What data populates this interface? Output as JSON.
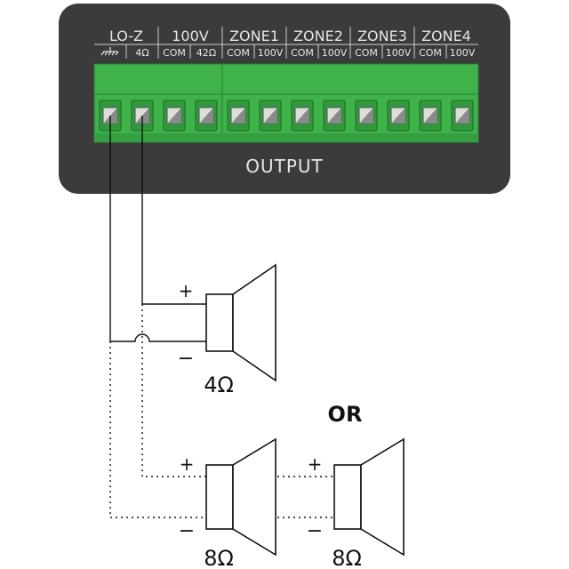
{
  "panel": {
    "groups": [
      {
        "title": "LO-Z"
      },
      {
        "title": "100V"
      },
      {
        "title": "ZONE1"
      },
      {
        "title": "ZONE2"
      },
      {
        "title": "ZONE3"
      },
      {
        "title": "ZONE4"
      }
    ],
    "sublabels": [
      "",
      "4Ω",
      "COM",
      "42Ω",
      "COM",
      "100V",
      "COM",
      "100V",
      "COM",
      "100V",
      "COM",
      "100V"
    ],
    "ground_symbol": "ground-icon",
    "output_label": "OUTPUT",
    "colors": {
      "panel": "#3b3b3b",
      "terminal_green": "#3fb24a",
      "text": "#e6e6e6"
    }
  },
  "speakers": [
    {
      "impedance": "4Ω",
      "plus": "+",
      "minus": "−"
    },
    {
      "impedance": "8Ω",
      "plus": "+",
      "minus": "−"
    },
    {
      "impedance": "8Ω",
      "plus": "+",
      "minus": "−"
    }
  ],
  "or_label": "OR"
}
